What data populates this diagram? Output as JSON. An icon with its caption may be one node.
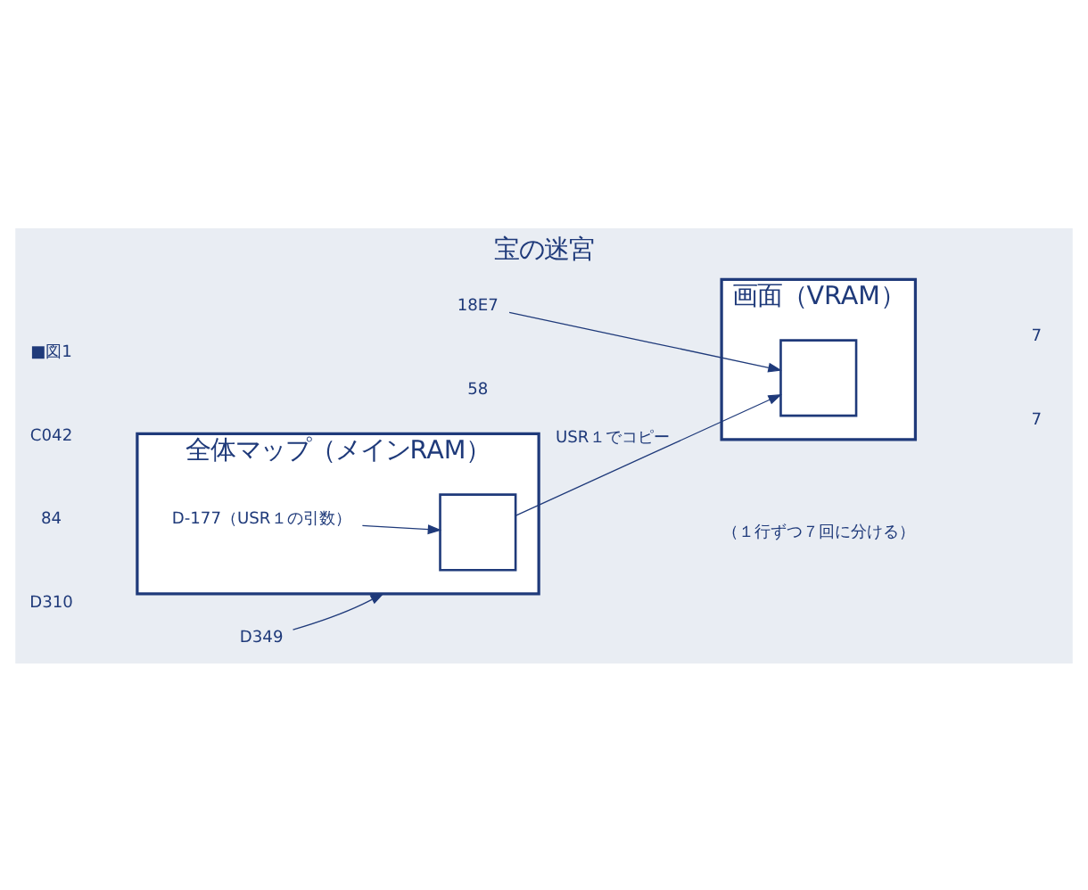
{
  "diagram": {
    "title": "宝の迷宮",
    "nodes": [
      {
        "text": [
          "全体マップ（メインRAM）"
        ]
      },
      {
        "text": [],
        "shape": "box",
        "in": 0
      },
      {
        "text": [
          "画面（VRAM）"
        ]
      },
      {
        "text": [],
        "shape": "box",
        "in": 2
      },
      {
        "text": [
          "D-177（USR１の引数）"
        ],
        "in": 0
      },
      {
        "text": [
          "18E7"
        ]
      },
      {
        "text": [
          "D349"
        ]
      }
    ],
    "edges": [
      {
        "from": 4,
        "to": 1,
        "arrow": "to"
      },
      {
        "from": 5,
        "to": 3,
        "arrow": "to"
      },
      {
        "from": 1,
        "to": 3,
        "arrow": "to",
        "label": "USR１でコピー"
      },
      {
        "from": 6,
        "to": 0,
        "arrow": "to"
      }
    ],
    "labels": [
      "■図1",
      "C042",
      "84",
      "D310",
      "58",
      "7",
      "7",
      "（１行ずつ７回に分ける）"
    ]
  }
}
